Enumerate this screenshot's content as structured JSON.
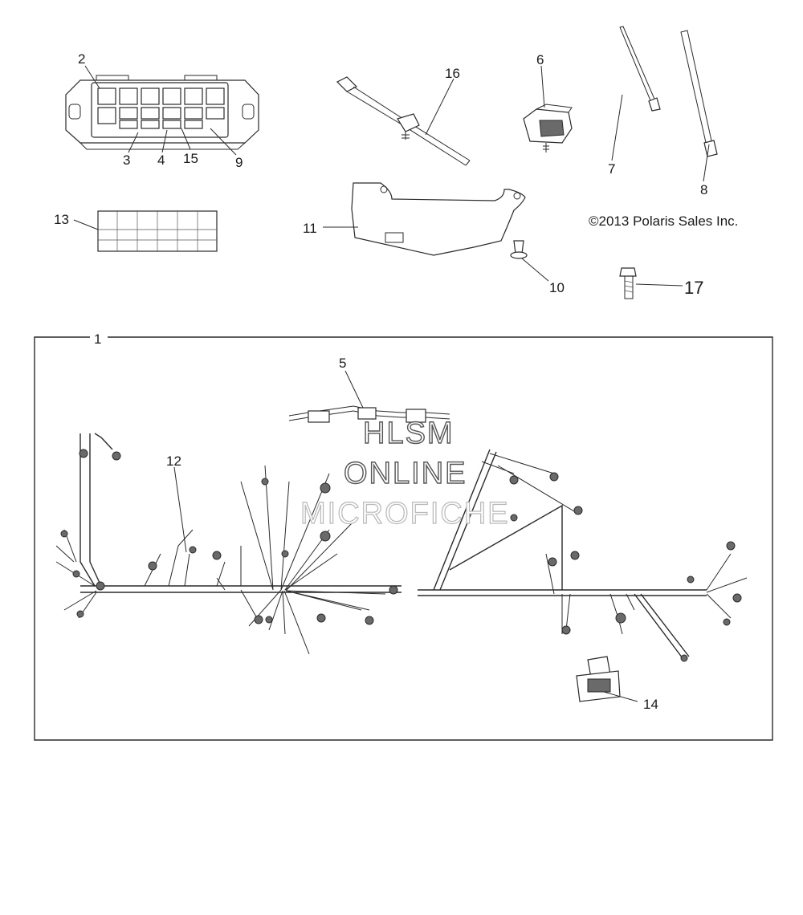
{
  "copyright": "©2013 Polaris Sales Inc.",
  "watermark": {
    "line1": "HLSM",
    "line2": "ONLINE",
    "line3": "MICROFICHE"
  },
  "callouts": {
    "c1": "1",
    "c2": "2",
    "c3": "3",
    "c4": "4",
    "c5": "5",
    "c6": "6",
    "c7": "7",
    "c8": "8",
    "c9": "9",
    "c10": "10",
    "c11": "11",
    "c12": "12",
    "c13": "13",
    "c14": "14",
    "c15": "15",
    "c16": "16",
    "c17": "17"
  },
  "colors": {
    "line": "#2a2a2a",
    "background": "#ffffff"
  }
}
